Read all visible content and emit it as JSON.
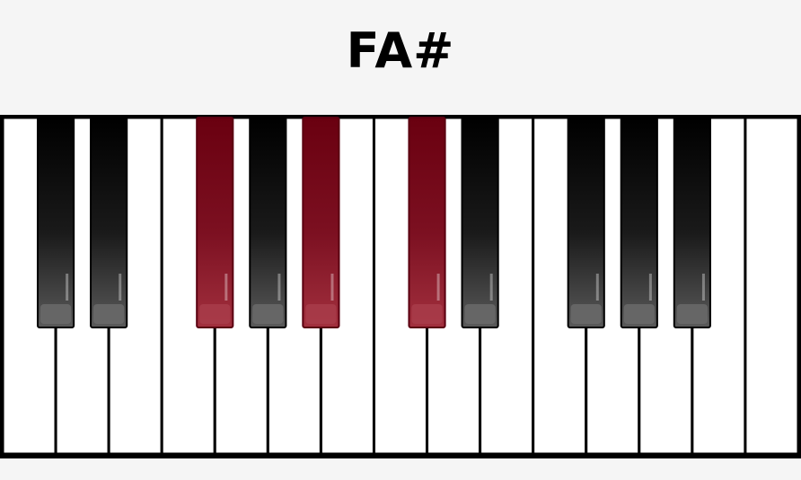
{
  "title": "FA#",
  "keyboard": {
    "white_key_count": 15,
    "black_keys": [
      {
        "note": "C#",
        "highlighted": false
      },
      {
        "note": "D#",
        "highlighted": false
      },
      {
        "note": "F#",
        "highlighted": true
      },
      {
        "note": "G#",
        "highlighted": false
      },
      {
        "note": "A#",
        "highlighted": true
      },
      {
        "note": "C#",
        "highlighted": true
      },
      {
        "note": "D#",
        "highlighted": false
      },
      {
        "note": "F#",
        "highlighted": false
      },
      {
        "note": "G#",
        "highlighted": false
      },
      {
        "note": "A#",
        "highlighted": false
      }
    ]
  },
  "colors": {
    "highlight": "#7a0f1d",
    "black_key": "#111111",
    "white_key": "#ffffff",
    "outline": "#000000"
  }
}
